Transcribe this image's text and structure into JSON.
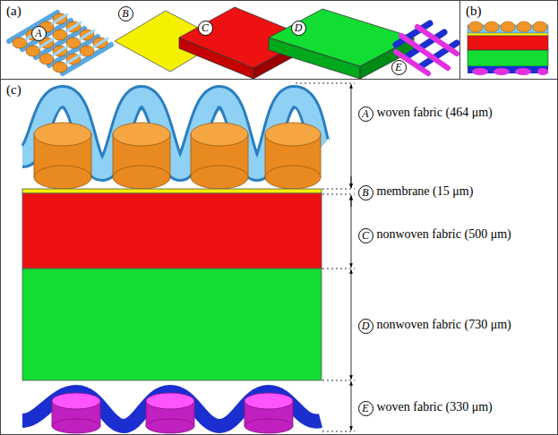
{
  "diagram": {
    "nodes": [
      {
        "text": [
          "(a)"
        ]
      },
      {
        "text": [
          "A"
        ],
        "in": 0
      },
      {
        "text": [
          "B"
        ],
        "in": 0
      },
      {
        "text": [
          "C"
        ],
        "in": 0
      },
      {
        "text": [
          "D"
        ],
        "in": 0
      },
      {
        "text": [
          "E"
        ],
        "in": 0
      },
      {
        "text": [
          "(b)"
        ]
      },
      {
        "text": [
          "(c)"
        ]
      },
      {
        "text": [
          "A"
        ],
        "in": 7
      },
      {
        "text": [
          "B"
        ],
        "in": 7
      },
      {
        "text": [
          "C"
        ],
        "in": 7
      },
      {
        "text": [
          "D"
        ],
        "in": 7
      },
      {
        "text": [
          "E"
        ],
        "in": 7
      }
    ],
    "labels": [
      "woven fabric (464 μm)",
      "membrane (15 μm)",
      "nonwoven fabric (500 μm)",
      "nonwoven fabric (730 μm)",
      "woven fabric (330 μm)"
    ]
  }
}
